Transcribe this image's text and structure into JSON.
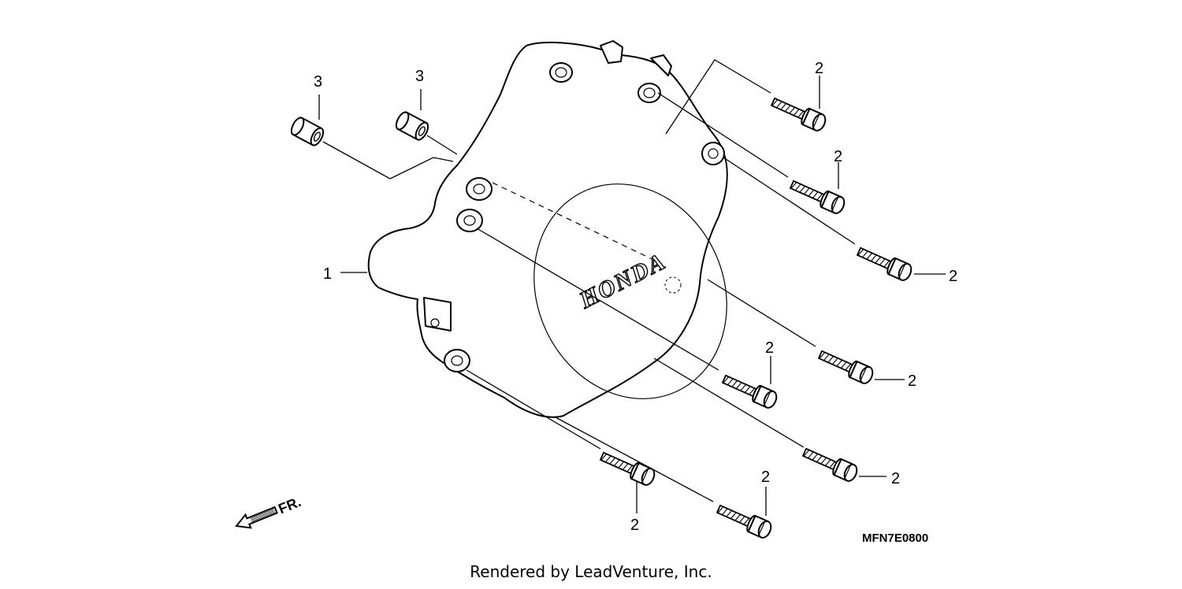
{
  "parts": {
    "cover": {
      "callout": "1",
      "logo": "HONDA"
    },
    "bolts": {
      "callout": "2"
    },
    "dowels": {
      "callout": "3"
    }
  },
  "direction": {
    "label": "FR."
  },
  "diagram_code": "MFN7E0800",
  "footer": "Rendered by LeadVenture, Inc."
}
